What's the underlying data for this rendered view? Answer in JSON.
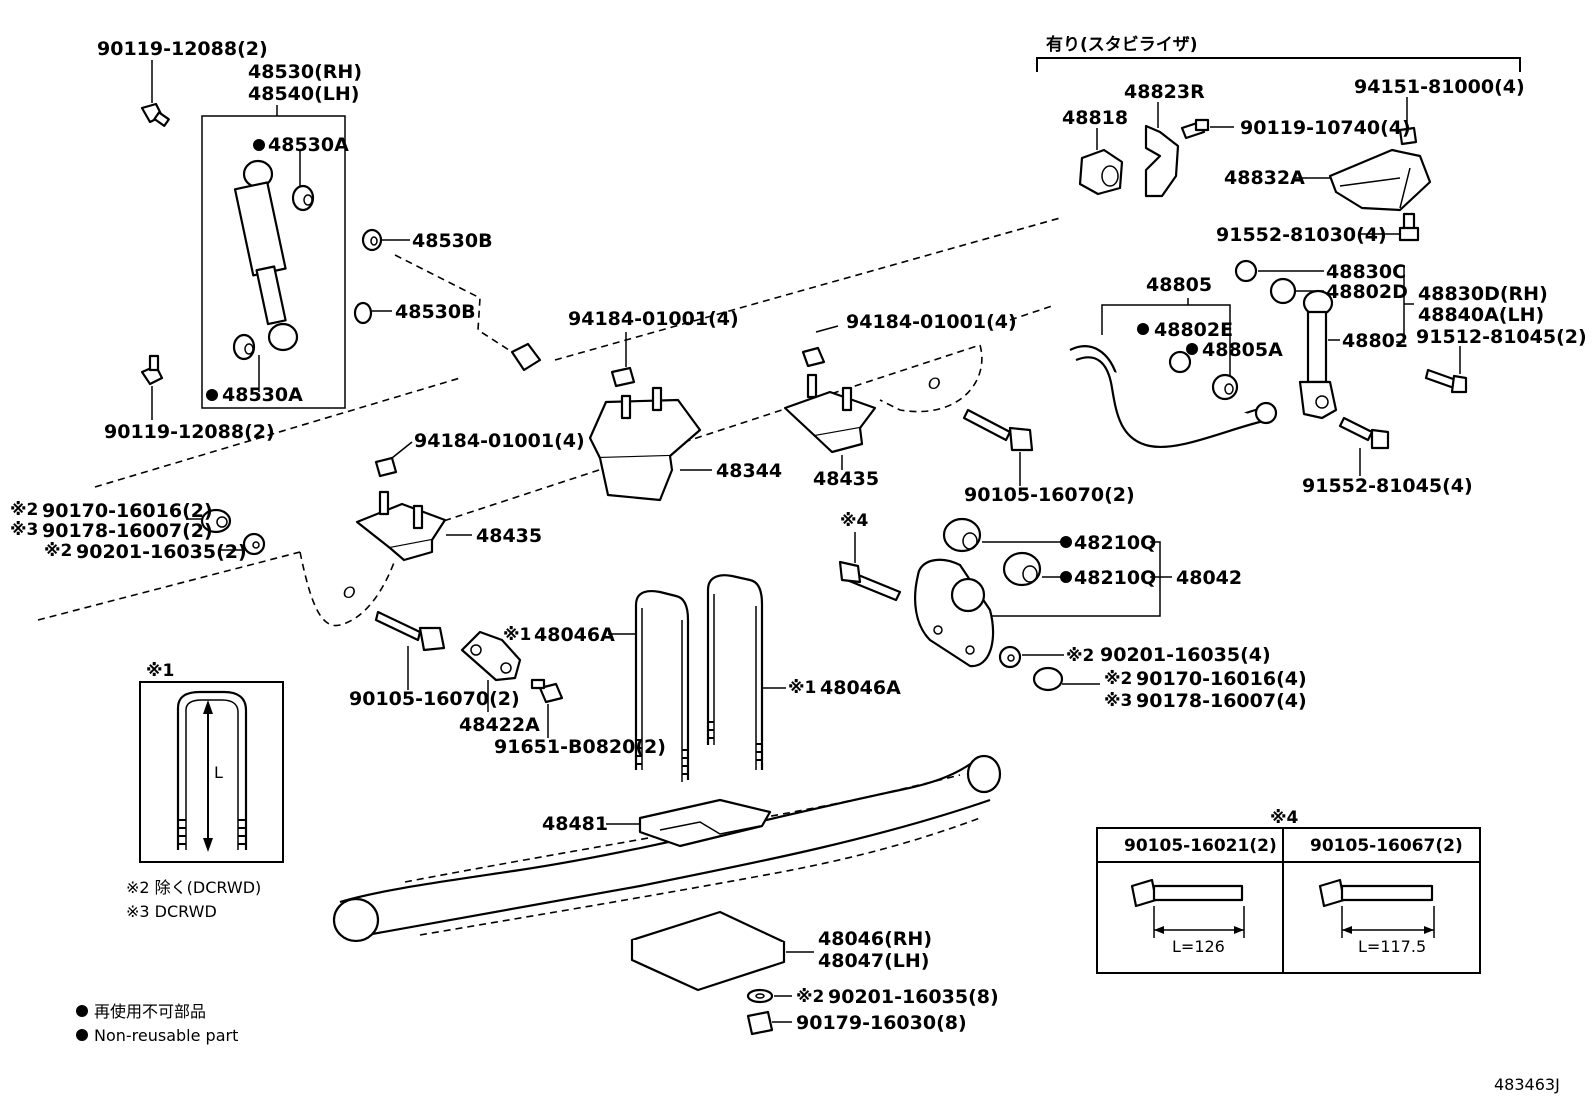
{
  "labels": {
    "p90119_12088_top": "90119-12088(2)",
    "p48530_rh": "48530(RH)",
    "p48540_lh": "48540(LH)",
    "p48530a_top": "48530A",
    "p48530a_bot": "48530A",
    "p48530b_1": "48530B",
    "p48530b_2": "48530B",
    "p90119_12088_bot": "90119-12088(2)",
    "p94184_a": "94184-01001(4)",
    "p94184_b": "94184-01001(4)",
    "p94184_c": "94184-01001(4)",
    "p48344": "48344",
    "p48435_a": "48435",
    "p48435_b": "48435",
    "p90170_a": "90170-16016(2)",
    "p90178_a": "90178-16007(2)",
    "p90201_a": "90201-16035(2)",
    "p90105_16070_a": "90105-16070(2)",
    "p90105_16070_b": "90105-16070(2)",
    "p48422a": "48422A",
    "p91651": "91651-B0820(2)",
    "p48046a_1": "48046A",
    "p48046a_2": "48046A",
    "p48481": "48481",
    "p48046_rh": "48046(RH)",
    "p48047_lh": "48047(LH)",
    "p90201_8": "90201-16035(8)",
    "p90179": "90179-16030(8)",
    "p48210q_1": "48210Q",
    "p48210q_2": "48210Q",
    "p48042": "48042",
    "p90201_4": "90201-16035(4)",
    "p90170_4": "90170-16016(4)",
    "p90178_4": "90178-16007(4)",
    "stab_header": "有り(スタビライザ)",
    "p48818": "48818",
    "p48823r": "48823R",
    "p90119_10740": "90119-10740(4)",
    "p94151": "94151-81000(4)",
    "p48832a": "48832A",
    "p91552_81030": "91552-81030(4)",
    "p48805": "48805",
    "p48802e": "48802E",
    "p48805a": "48805A",
    "p48830c": "48830C",
    "p48802d": "48802D",
    "p48802": "48802",
    "p48830d_rh": "48830D(RH)",
    "p48840a_lh": "48840A(LH)",
    "p91512": "91512-81045(2)",
    "p91552_81045": "91552-81045(4)"
  },
  "marks": {
    "m1": "※1",
    "m2": "※2",
    "m3": "※3",
    "m4": "※4"
  },
  "inset_1": {
    "title": "※1",
    "dim": "L"
  },
  "inset_4": {
    "title": "※4",
    "col1_part": "90105-16021(2)",
    "col2_part": "90105-16067(2)",
    "col1_len": "L=126",
    "col2_len": "L=117.5"
  },
  "notes": {
    "n2": "※2 除く(DCRWD)",
    "n3": "※3 DCRWD"
  },
  "legend": {
    "ja": "再使用不可部品",
    "en": "Non-reusable part"
  },
  "figure_id": "483463J"
}
